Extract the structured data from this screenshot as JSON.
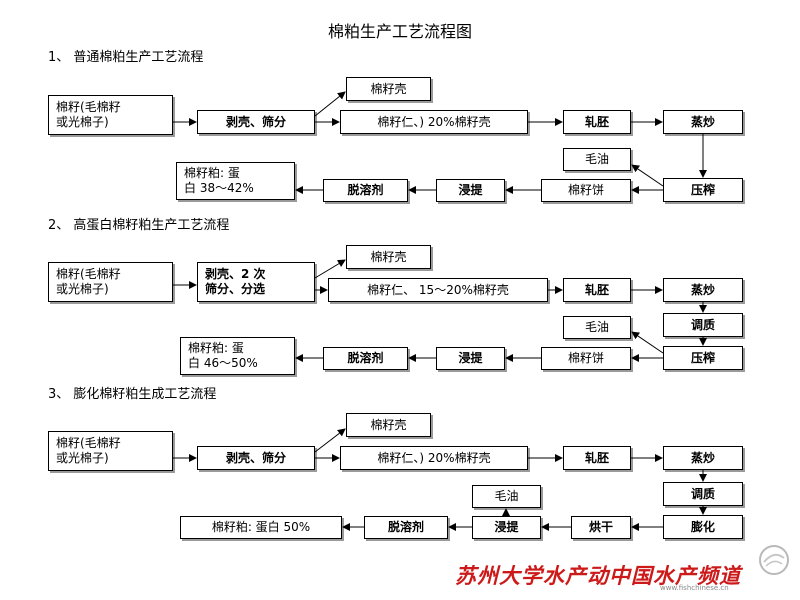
{
  "title": "棉粕生产工艺流程图",
  "flow1": {
    "heading": "1、 普通棉粕生产工艺流程",
    "seed_line1": "棉籽(毛棉籽",
    "seed_line2": "或光棉子)",
    "dehull": "剥壳、筛分",
    "hulls": "棉籽壳",
    "kernels": "棉籽仁、) 20%棉籽壳",
    "roll": "轧胚",
    "cook": "蒸炒",
    "crude_oil": "毛油",
    "press": "压榨",
    "cake": "棉籽饼",
    "extract": "浸提",
    "desolvent": "脱溶剂",
    "meal_line1": "棉籽粕: 蛋",
    "meal_line2": "白 38～42%"
  },
  "flow2": {
    "heading": "2、 高蛋白棉籽粕生产工艺流程",
    "seed_line1": "棉籽(毛棉籽",
    "seed_line2": "或光棉子)",
    "dehull_line1": "剥壳、2 次",
    "dehull_line2": "筛分、分选",
    "hulls": "棉籽壳",
    "kernels": "棉籽仁、 15～20%棉籽壳",
    "roll": "轧胚",
    "cook": "蒸炒",
    "condition": "调质",
    "crude_oil": "毛油",
    "press": "压榨",
    "cake": "棉籽饼",
    "extract": "浸提",
    "desolvent": "脱溶剂",
    "meal_line1": "棉籽粕: 蛋",
    "meal_line2": "白 46～50%"
  },
  "flow3": {
    "heading": "3、 膨化棉籽粕生成工艺流程",
    "seed_line1": "棉籽(毛棉籽",
    "seed_line2": "或光棉子)",
    "dehull": "剥壳、筛分",
    "hulls": "棉籽壳",
    "kernels": "棉籽仁、) 20%棉籽壳",
    "roll": "轧胚",
    "cook": "蒸炒",
    "condition": "调质",
    "expand": "膨化",
    "dry": "烘干",
    "extract": "浸提",
    "crude_oil": "毛油",
    "desolvent": "脱溶剂",
    "meal": "棉籽粕: 蛋白 50%"
  },
  "watermark": {
    "text": "苏州大学水产动中国水产频道",
    "url": "www.fishchinese.cn",
    "color": "#cc1a1a"
  }
}
